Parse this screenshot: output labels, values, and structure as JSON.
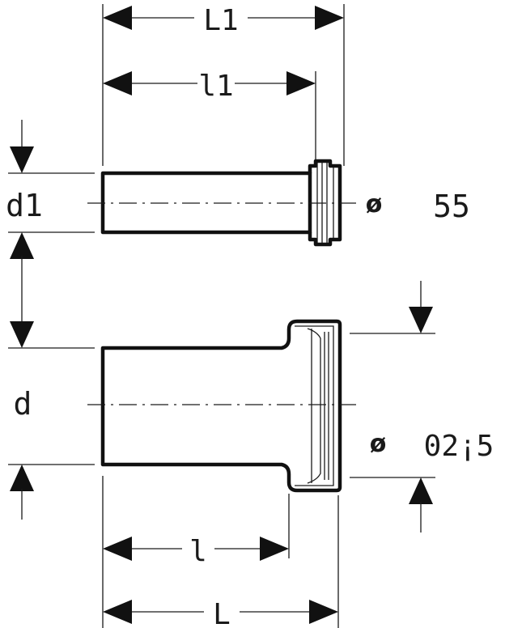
{
  "labels": {
    "L1": "L1",
    "l1": "l1",
    "d1": "d1",
    "phi_top": "ø",
    "value_top": "55",
    "d": "d",
    "phi_bottom": "ø",
    "value_bottom": "02¡5",
    "l": "l",
    "L": "L"
  }
}
